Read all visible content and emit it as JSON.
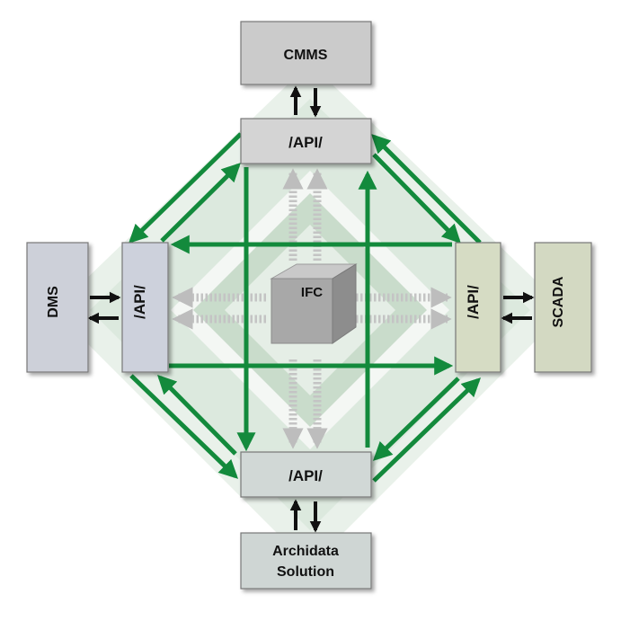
{
  "systems": {
    "cmms": {
      "label": "CMMS"
    },
    "dms": {
      "label": "DMS"
    },
    "scada": {
      "label": "SCADA"
    },
    "archidata": {
      "line1": "Archidata",
      "line2": "Solution"
    }
  },
  "apis": {
    "top": {
      "label": "/API/"
    },
    "left": {
      "label": "/API/"
    },
    "right": {
      "label": "/API/"
    },
    "bottom": {
      "label": "/API/"
    }
  },
  "hub": {
    "label": "IFC"
  },
  "colors": {
    "connector_green": "#138a3c",
    "external_box": "#c8c8c8",
    "api_top": "#d4d4d4",
    "api_left": "#cdd1dc",
    "api_right": "#d6dcc4",
    "api_bottom": "#d1d8d6",
    "archidata_box": "#cfd6d4",
    "dms_box": "#cdd0d9",
    "scada_box": "#d3d9c2",
    "cube_light": "#c9c9c9",
    "cube_mid": "#a8a8a8",
    "cube_dark": "#8d8d8d"
  }
}
